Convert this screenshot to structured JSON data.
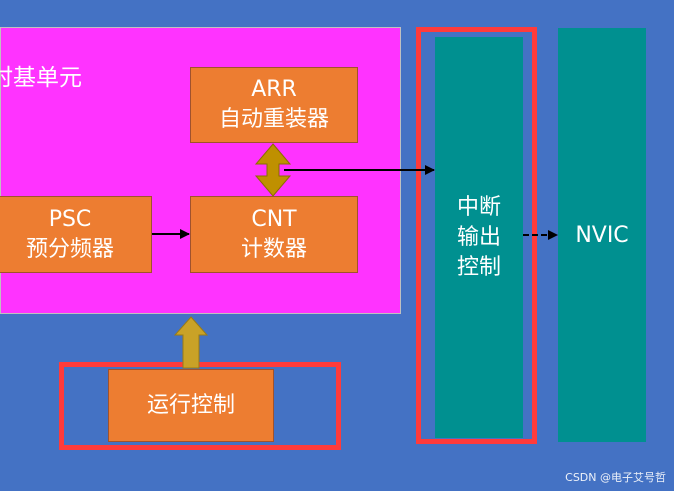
{
  "time_base_unit": {
    "title": "时基单元"
  },
  "blocks": {
    "arr": {
      "line1": "ARR",
      "line2": "自动重装器"
    },
    "cnt": {
      "line1": "CNT",
      "line2": "计数器"
    },
    "psc": {
      "line1": "PSC",
      "line2": "预分频器"
    },
    "run_control": {
      "label": "运行控制"
    }
  },
  "interrupt_output": {
    "line1": "中断",
    "line2": "输出",
    "line3": "控制"
  },
  "nvic": {
    "label": "NVIC"
  },
  "watermark": "CSDN @电子艾号哲",
  "colors": {
    "background": "#4472c4",
    "time_base": "#ff33ff",
    "block": "#ed7d31",
    "panel": "#009090",
    "highlight": "#ff3b3b",
    "double_arrow": "#bf9000",
    "up_arrow": "#c9a227"
  }
}
